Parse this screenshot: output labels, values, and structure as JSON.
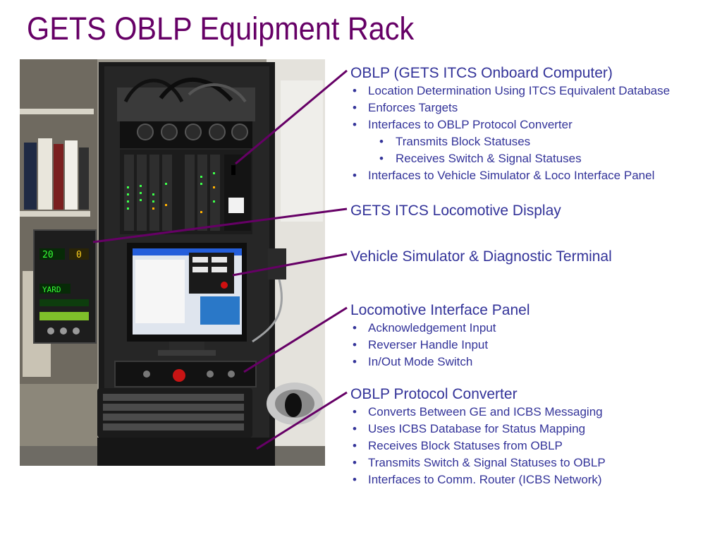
{
  "slide": {
    "title": "GETS OBLP Equipment Rack"
  },
  "photo": {
    "labels": {
      "speed_left": "20",
      "speed_right": "0",
      "mode": "YARD"
    }
  },
  "sections": [
    {
      "heading": "OBLP (GETS ITCS Onboard Computer)",
      "bullets": [
        "Location Determination Using ITCS Equivalent Database",
        "Enforces Targets",
        "Interfaces to OBLP Protocol Converter",
        "Transmits Block Statuses",
        "Receives Switch & Signal Statuses",
        "Interfaces to Vehicle Simulator & Loco Interface Panel"
      ]
    },
    {
      "heading": "GETS ITCS Locomotive Display"
    },
    {
      "heading": "Vehicle Simulator & Diagnostic Terminal"
    },
    {
      "heading": "Locomotive Interface Panel",
      "bullets": [
        "Acknowledgement Input",
        "Reverser Handle Input",
        "In/Out Mode Switch"
      ]
    },
    {
      "heading": "OBLP Protocol Converter",
      "bullets": [
        "Converts Between GE and ICBS Messaging",
        "Uses ICBS Database for Status Mapping",
        "Receives Block Statuses from OBLP",
        "Transmits Switch & Signal Statuses to OBLP",
        "Interfaces to Comm. Router (ICBS Network)"
      ]
    }
  ],
  "colors": {
    "title": "#660066",
    "text": "#333399",
    "leader_line": "#660066"
  }
}
